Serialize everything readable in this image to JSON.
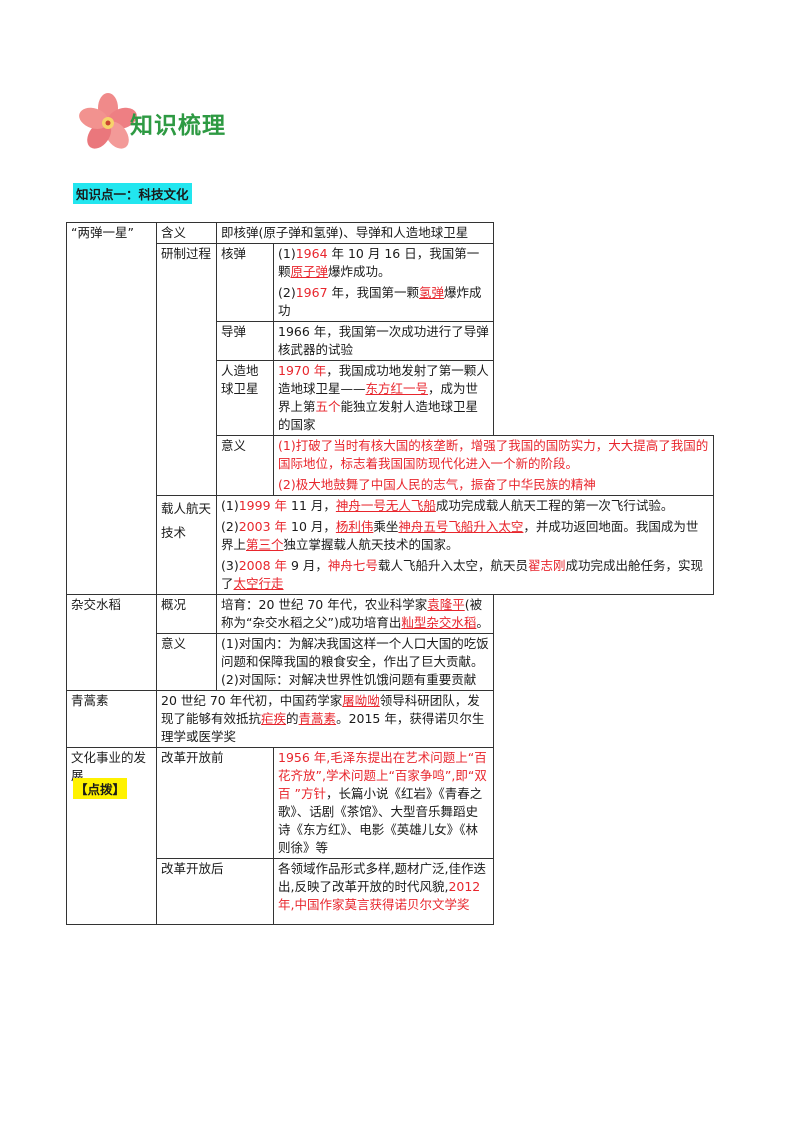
{
  "header": {
    "title": "知识梳理",
    "logo_icon": "flower-icon"
  },
  "kp1_title": "知识点一：科技文化",
  "tips_label": "【点拨】",
  "rows": {
    "two_bombs": {
      "label": "“两弹一星”",
      "meaning_label": "含义",
      "meaning": "即核弹(原子弹和氢弹)、导弹和人造地球卫星",
      "dev_label": "研制过程",
      "nuke_label": "核弹",
      "nuke1": {
        "prefix": "(1)",
        "year": "1964",
        "mid": " 年 10 月 16 日，我国第一颗",
        "key": "原子弹",
        "suffix": "爆炸成功。"
      },
      "nuke2": {
        "prefix": "(2)",
        "year": "1967",
        "mid": " 年，我国第一颗",
        "key": "氢弹",
        "suffix": "爆炸成功"
      },
      "missile_label": "导弹",
      "missile": "1966 年，我国第一次成功进行了导弹核武器的试验",
      "satellite_label": "人造地球卫星",
      "satellite": {
        "year": "1970 年",
        "mid": "，我国成功地发射了第一颗人造地球卫星——",
        "key1": "东方红一号",
        "mid2": "，成为世界上第",
        "key2": "五个",
        "suffix": "能独立发射人造地球卫星的国家"
      },
      "sig_label": "意义",
      "sig1": "(1)打破了当时有核大国的核垄断，增强了我国的国防实力，大大提高了我国的国际地位，标志着我国国防现代化进入一个新的阶段。",
      "sig2": "(2)极大地鼓舞了中国人民的志气，振奋了中华民族的精神"
    },
    "space": {
      "label": "载人航天技术",
      "p1": {
        "prefix": "(1)",
        "year": "1999 年",
        "mid": " 11 月，",
        "key": "神舟一号无人飞船",
        "suffix": "成功完成载人航天工程的第一次飞行试验。"
      },
      "p2": {
        "prefix": "(2)",
        "year": "2003 年",
        "mid": " 10 月，",
        "key1": "杨利伟",
        "mid2": "乘坐",
        "key2": "神舟五号飞船升入太空",
        "mid3": "，并成功返回地面。我国成为世界上",
        "key3": "第三个",
        "suffix": "独立掌握载人航天技术的国家。"
      },
      "p3": {
        "prefix": "(3)",
        "year": "2008 年",
        "mid": " 9 月，",
        "key1": "神舟七号",
        "mid2": "载人飞船升入太空，航天员",
        "key2": "翟志刚",
        "mid3": "成功完成出舱任务，实现了",
        "key3": "太空行走"
      }
    },
    "rice": {
      "label": "杂交水稻",
      "overview_label": "概况",
      "overview": {
        "pre": "培育：20 世纪 70 年代，农业科学家",
        "key1": "袁隆平",
        "mid": "(被称为“杂交水稻之父”)成功培育出",
        "key2": "籼型杂交水稻",
        "suffix": "。"
      },
      "sig_label": "意义",
      "sig": "(1)对国内：为解决我国这样一个人口大国的吃饭问题和保障我国的粮食安全，作出了巨大贡献。(2)对国际：对解决世界性饥饿问题有重要贡献"
    },
    "artemisinin": {
      "label": "青蒿素",
      "text": {
        "pre": "20 世纪 70 年代初，中国药学家",
        "key1": "屠呦呦",
        "mid": "领导科研团队，发现了能够有效抵抗",
        "key2": "疟疾",
        "mid2": "的",
        "key3": "青蒿素",
        "suffix": "。2015 年，获得诺贝尔生理学或医学奖"
      }
    },
    "culture": {
      "label": "文化事业的发展",
      "before_label": "改革开放前",
      "before": {
        "red": "1956 年,毛泽东提出在艺术问题上“百花齐放”,学术问题上“百家争鸣”,即“双百 ”方针",
        "rest": "，长篇小说《红岩》《青春之歌》、话剧《茶馆》、大型音乐舞蹈史诗《东方红》、电影《英雄儿女》《林则徐》等"
      },
      "after_label": "改革开放后",
      "after": {
        "text": "各领域作品形式多样,题材广泛,佳作迭出,反映了改革开放的时代风貌,",
        "red": "2012 年,中国作家莫言获得诺贝尔文学奖"
      }
    }
  },
  "colors": {
    "title_green": "#2e9a43",
    "keyword_red": "#e8262d",
    "kp_highlight": "#22e6ef",
    "tips_highlight": "#fff200"
  }
}
